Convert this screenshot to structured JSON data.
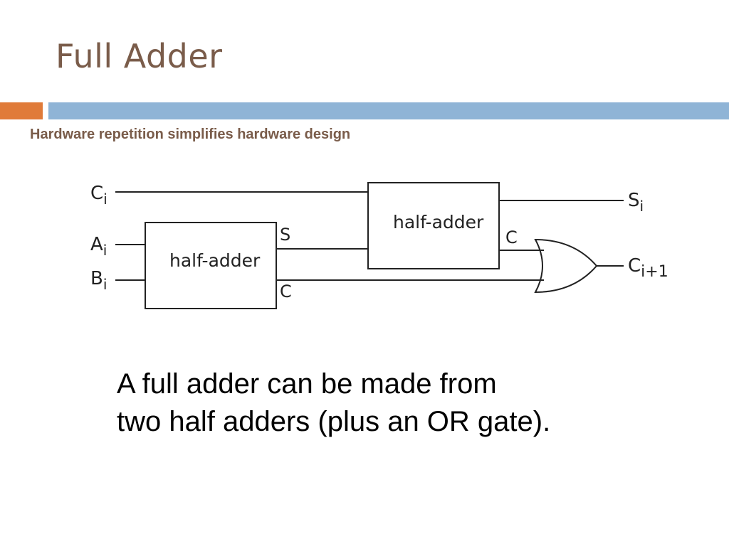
{
  "slide": {
    "title": "Full Adder",
    "subtitle": "Hardware repetition simplifies hardware design",
    "caption_line1": "A full adder can be made from",
    "caption_line2": "two half adders (plus an OR gate)."
  },
  "diagram": {
    "inputs": {
      "c_main": "C",
      "c_sub": "i",
      "a_main": "A",
      "a_sub": "i",
      "b_main": "B",
      "b_sub": "i"
    },
    "outputs": {
      "s_main": "S",
      "s_sub": "i",
      "cout_main": "C",
      "cout_sub": "i+1"
    },
    "half_adder_1": {
      "label": "half-adder",
      "s_port": "S",
      "c_port": "C"
    },
    "half_adder_2": {
      "label": "half-adder",
      "c_port": "C"
    }
  },
  "colors": {
    "title": "#7a5c4a",
    "accent_orange": "#e07b39",
    "accent_blue": "#8fb4d6",
    "line": "#222222"
  }
}
